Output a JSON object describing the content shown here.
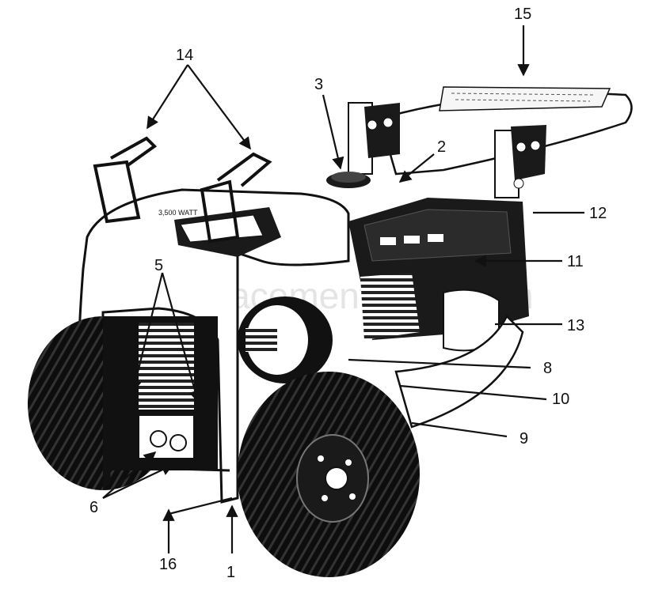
{
  "diagram": {
    "watermark": "eReplacementParts.com",
    "panel_text": "3,500 WATT",
    "callouts": [
      "1",
      "2",
      "3",
      "5",
      "6",
      "8",
      "9",
      "10",
      "11",
      "12",
      "13",
      "14",
      "15",
      "16"
    ]
  }
}
